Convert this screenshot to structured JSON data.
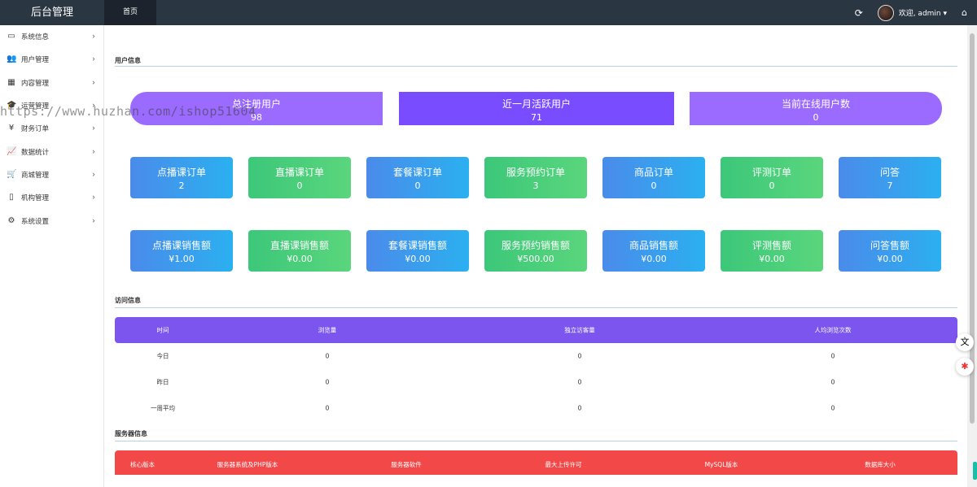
{
  "header": {
    "brand": "后台管理",
    "tab_home": "首页",
    "welcome": "欢迎, admin ▾"
  },
  "sidebar": {
    "items": [
      {
        "icon": "monitor-icon",
        "label": "系统信息"
      },
      {
        "icon": "users-icon",
        "label": "用户管理"
      },
      {
        "icon": "grid-icon",
        "label": "内容管理"
      },
      {
        "icon": "graduation-cap-icon",
        "label": "运营管理"
      },
      {
        "icon": "yen-icon",
        "label": "财务订单"
      },
      {
        "icon": "line-chart-icon",
        "label": "数据统计"
      },
      {
        "icon": "cart-icon",
        "label": "商城管理"
      },
      {
        "icon": "building-icon",
        "label": "机构管理"
      },
      {
        "icon": "cogs-icon",
        "label": "系统设置"
      }
    ]
  },
  "user_info": {
    "section_title": "用户信息",
    "pills": [
      {
        "label": "总注册用户",
        "value": "98",
        "color": "#9b6bff"
      },
      {
        "label": "近一月活跃用户",
        "value": "71",
        "color": "#7a4cff"
      },
      {
        "label": "当前在线用户数",
        "value": "0",
        "color": "#9b6bff"
      }
    ],
    "orders": [
      {
        "label": "点播课订单",
        "value": "2",
        "style": "blue"
      },
      {
        "label": "直播课订单",
        "value": "0",
        "style": "green"
      },
      {
        "label": "套餐课订单",
        "value": "0",
        "style": "blue"
      },
      {
        "label": "服务预约订单",
        "value": "3",
        "style": "green"
      },
      {
        "label": "商品订单",
        "value": "0",
        "style": "blue"
      },
      {
        "label": "评测订单",
        "value": "0",
        "style": "green"
      },
      {
        "label": "问答",
        "value": "7",
        "style": "blue"
      }
    ],
    "sales": [
      {
        "label": "点播课销售额",
        "value": "¥1.00",
        "style": "blue"
      },
      {
        "label": "直播课销售额",
        "value": "¥0.00",
        "style": "green"
      },
      {
        "label": "套餐课销售额",
        "value": "¥0.00",
        "style": "blue"
      },
      {
        "label": "服务预约销售额",
        "value": "¥500.00",
        "style": "green"
      },
      {
        "label": "商品销售额",
        "value": "¥0.00",
        "style": "blue"
      },
      {
        "label": "评测售额",
        "value": "¥0.00",
        "style": "green"
      },
      {
        "label": "问答售额",
        "value": "¥0.00",
        "style": "blue"
      }
    ]
  },
  "visit_info": {
    "section_title": "访问信息",
    "columns": [
      "时间",
      "浏览量",
      "独立访客量",
      "人均浏览次数"
    ],
    "rows": [
      [
        "今日",
        "0",
        "0",
        "0"
      ],
      [
        "昨日",
        "0",
        "0",
        "0"
      ],
      [
        "一周平均",
        "0",
        "0",
        "0"
      ]
    ]
  },
  "server_info": {
    "section_title": "服务器信息",
    "columns": [
      "核心版本",
      "服务器系统及PHP版本",
      "服务器软件",
      "最大上传许可",
      "MySQL版本",
      "数据库大小"
    ]
  },
  "watermark": "https://www.huzhan.com/ishop51604"
}
